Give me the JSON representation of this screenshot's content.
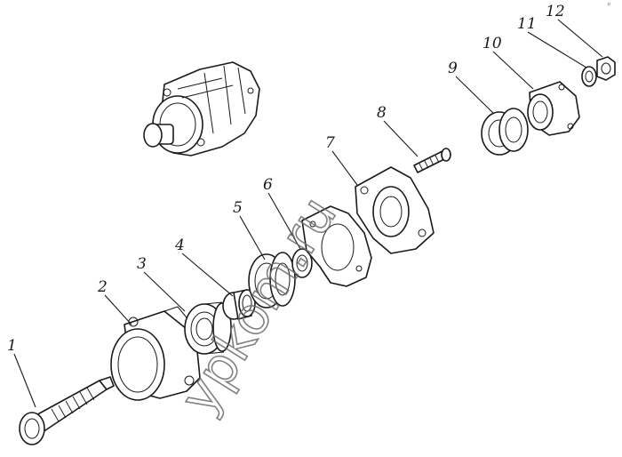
{
  "watermark": "ypkom.ru",
  "callouts": [
    "1",
    "2",
    "3",
    "4",
    "5",
    "6",
    "7",
    "8",
    "9",
    "10",
    "11",
    "12"
  ],
  "stray_mark": "ᵖ"
}
